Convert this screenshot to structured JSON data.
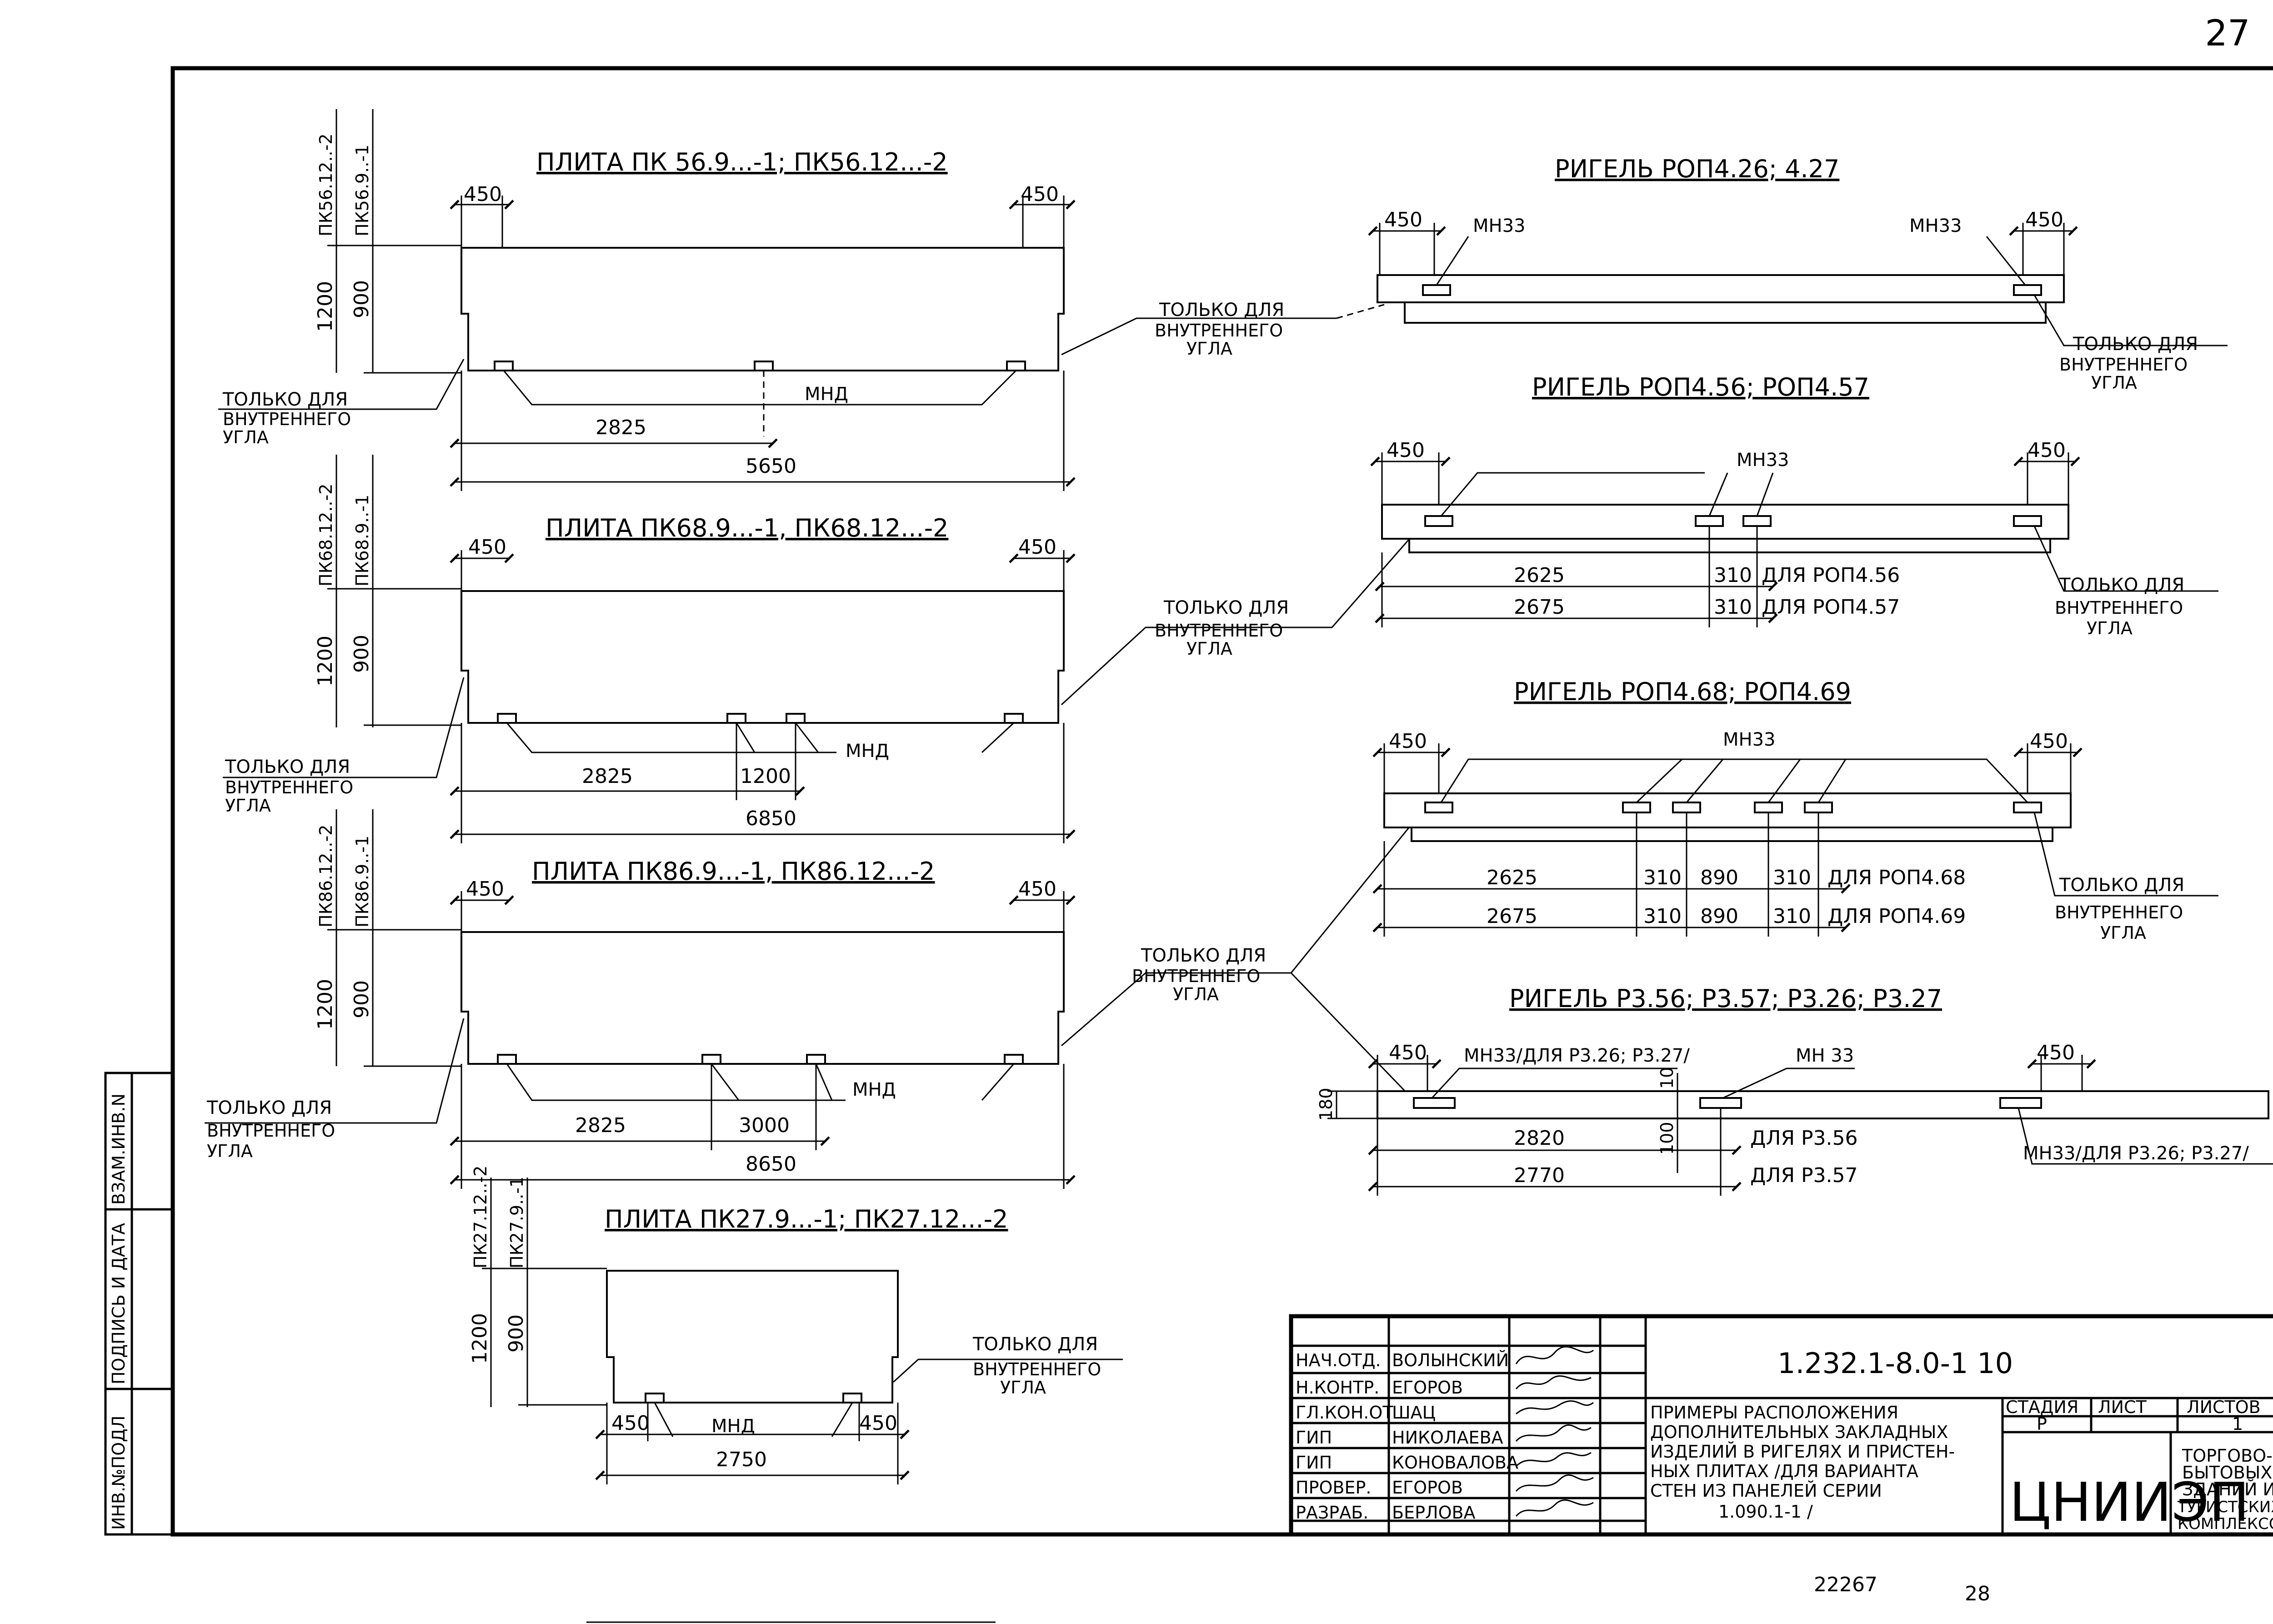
{
  "page": {
    "number": "27",
    "doc_code": "22267",
    "next_page": "28"
  },
  "slabs": [
    {
      "title": "ПЛИТА ПК 56.9...-1; ПК56.12...-2",
      "side_a": "ПК56.12..-2",
      "side_b": "ПК56.9..-1",
      "h_outer": "1200",
      "h_inner": "900",
      "edge_left": "450",
      "edge_right": "450",
      "part": "2825",
      "total": "5650",
      "tag": "МНД",
      "note": [
        "ТОЛЬКО ДЛЯ",
        "ВНУТРЕННЕГО",
        "УГЛА"
      ]
    },
    {
      "title": "ПЛИТА ПК68.9...-1, ПК68.12...-2",
      "side_a": "ПК68.12..-2",
      "side_b": "ПК68.9..-1",
      "h_outer": "1200",
      "h_inner": "900",
      "edge_left": "450",
      "edge_right": "450",
      "part": "2825",
      "gap": "1200",
      "total": "6850",
      "tag": "МНД",
      "note": [
        "ТОЛЬКО ДЛЯ",
        "ВНУТРЕННЕГО",
        "УГЛА"
      ]
    },
    {
      "title": "ПЛИТА ПК86.9...-1, ПК86.12...-2",
      "side_a": "ПК86.12..-2",
      "side_b": "ПК86.9..-1",
      "h_outer": "1200",
      "h_inner": "900",
      "edge_left": "450",
      "edge_right": "450",
      "part": "2825",
      "gap": "3000",
      "total": "8650",
      "tag": "МНД",
      "note": [
        "ТОЛЬКО ДЛЯ",
        "ВНУТРЕННЕГО",
        "УГЛА"
      ]
    },
    {
      "title": "ПЛИТА ПК27.9...-1; ПК27.12...-2",
      "side_a": "ПК27.12..-2",
      "side_b": "ПК27.9..-1",
      "h_outer": "1200",
      "h_inner": "900",
      "edge_left": "450",
      "edge_right": "450",
      "total": "2750",
      "tag": "МНД",
      "note": [
        "ТОЛЬКО ДЛЯ",
        "ВНУТРЕННЕГО",
        "УГЛА"
      ]
    }
  ],
  "beams": [
    {
      "title": "РИГЕЛЬ РОП4.26; 4.27",
      "edge_left": "450",
      "edge_right": "450",
      "tag_left": "МН33",
      "tag_right": "МН33",
      "note": [
        "ТОЛЬКО ДЛЯ",
        "ВНУТРЕННЕГО",
        "УГЛА"
      ]
    },
    {
      "title": "РИГЕЛЬ РОП4.56; РОП4.57",
      "edge_left": "450",
      "edge_right": "450",
      "tag": "МН33",
      "dims": [
        {
          "a": "2625",
          "b": "310",
          "label": "ДЛЯ РОП4.56"
        },
        {
          "a": "2675",
          "b": "310",
          "label": "ДЛЯ РОП4.57"
        }
      ],
      "note": [
        "ТОЛЬКО ДЛЯ",
        "ВНУТРЕННЕГО",
        "УГЛА"
      ]
    },
    {
      "title": "РИГЕЛЬ РОП4.68; РОП4.69",
      "edge_left": "450",
      "edge_right": "450",
      "tag": "МН33",
      "dims": [
        {
          "a": "2625",
          "b": "310",
          "c": "890",
          "d": "310",
          "label": "ДЛЯ РОП4.68"
        },
        {
          "a": "2675",
          "b": "310",
          "c": "890",
          "d": "310",
          "label": "ДЛЯ РОП4.69"
        }
      ],
      "note": [
        "ТОЛЬКО ДЛЯ",
        "ВНУТРЕННЕГО",
        "УГЛА"
      ]
    },
    {
      "title": "РИГЕЛЬ Р3.56; Р3.57; Р3.26; Р3.27",
      "edge_left": "450",
      "edge_right": "450",
      "tag_left": "МН33/ДЛЯ Р3.26; Р3.27/",
      "tag_mid": "МН 33",
      "tag_right": "МН33/ДЛЯ Р3.26; Р3.27/",
      "height": "180",
      "v1": "10",
      "v2": "100",
      "dims": [
        {
          "a": "2820",
          "label": "ДЛЯ Р3.56"
        },
        {
          "a": "2770",
          "label": "ДЛЯ Р3.57"
        }
      ]
    }
  ],
  "side_strip": [
    "ИНВ.№ПОДЛ",
    "ПОДПИСЬ И ДАТА",
    "ВЗАМ.ИНВ.N"
  ],
  "stamp": {
    "roles": [
      "НАЧ.ОТД.",
      "Н.КОНТР.",
      "ГЛ.КОН.ОТ",
      "ГИП",
      "ГИП",
      "ПРОВЕР.",
      "РАЗРАБ."
    ],
    "names": [
      "ВОЛЫНСКИЙ",
      "ЕГОРОВ",
      "ШАЦ",
      "НИКОЛАЕВА",
      "КОНОВАЛОВА",
      "ЕГОРОВ",
      "БЕРЛОВА"
    ],
    "code": "1.232.1-8.0-1   10",
    "desc": [
      "ПРИМЕРЫ РАСПОЛОЖЕНИЯ",
      "ДОПОЛНИТЕЛЬНЫХ ЗАКЛАДНЫХ",
      "ИЗДЕЛИЙ В РИГЕЛЯХ И ПРИСТЕН-",
      "НЫХ ПЛИТАХ /ДЛЯ ВАРИАНТА",
      "СТЕН ИЗ ПАНЕЛЕЙ  СЕРИИ",
      "1.090.1-1 /"
    ],
    "stage_h": "СТАДИЯ",
    "sheet_h": "ЛИСТ",
    "sheets_h": "ЛИСТОВ",
    "stage": "Р",
    "sheets": "1",
    "org": "ЦНИИЭП",
    "org_desc": [
      "ТОРГОВО-",
      "БЫТОВЫХ",
      "ЗДАНИЙ И",
      "ТУРИСТСКИХ",
      "КОМПЛЕКСОВ"
    ]
  }
}
